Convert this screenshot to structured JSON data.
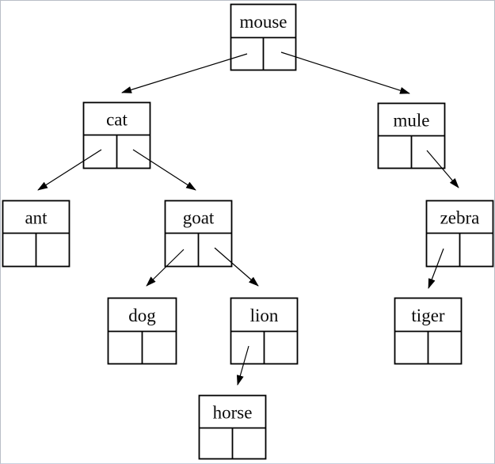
{
  "diagram": {
    "kind": "binary-search-tree",
    "nodes": [
      {
        "label": "mouse",
        "left": "cat",
        "right": "mule"
      },
      {
        "label": "cat",
        "left": "ant",
        "right": "goat"
      },
      {
        "label": "mule",
        "left": null,
        "right": "zebra"
      },
      {
        "label": "ant",
        "left": null,
        "right": null
      },
      {
        "label": "goat",
        "left": "dog",
        "right": "lion"
      },
      {
        "label": "zebra",
        "left": "tiger",
        "right": null
      },
      {
        "label": "dog",
        "left": null,
        "right": null
      },
      {
        "label": "lion",
        "left": "horse",
        "right": null
      },
      {
        "label": "tiger",
        "left": null,
        "right": null
      },
      {
        "label": "horse",
        "left": null,
        "right": null
      }
    ],
    "edges": [
      {
        "from": "mouse",
        "pointer": "left",
        "to": "cat"
      },
      {
        "from": "mouse",
        "pointer": "right",
        "to": "mule"
      },
      {
        "from": "cat",
        "pointer": "left",
        "to": "ant"
      },
      {
        "from": "cat",
        "pointer": "right",
        "to": "goat"
      },
      {
        "from": "mule",
        "pointer": "right",
        "to": "zebra"
      },
      {
        "from": "goat",
        "pointer": "left",
        "to": "dog"
      },
      {
        "from": "goat",
        "pointer": "right",
        "to": "lion"
      },
      {
        "from": "zebra",
        "pointer": "left",
        "to": "tiger"
      },
      {
        "from": "lion",
        "pointer": "left",
        "to": "horse"
      }
    ],
    "colors": {
      "line": "#000000",
      "background": "#ffffff",
      "page_border": "#b9bec7"
    }
  }
}
